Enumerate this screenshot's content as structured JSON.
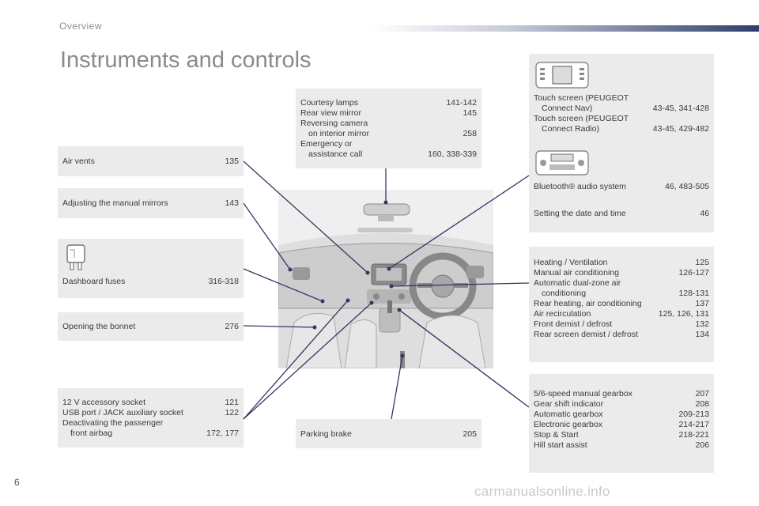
{
  "header": {
    "section": "Overview"
  },
  "title": "Instruments and controls",
  "page_number": "6",
  "watermark": "carmanualsonline.info",
  "colors": {
    "box_bg": "#ebebeb",
    "line": "#2f3a64",
    "header_accent": "#2f3d6c"
  },
  "left": {
    "air_vents": {
      "label": "Air vents",
      "page": "135"
    },
    "mirrors": {
      "label": "Adjusting the manual mirrors",
      "page": "143"
    },
    "fuses": {
      "label": "Dashboard fuses",
      "page": "316-318",
      "icon": "fuse-icon"
    },
    "bonnet": {
      "label": "Opening the bonnet",
      "page": "276"
    },
    "sockets": {
      "r1": {
        "label": "12 V accessory socket",
        "page": "121"
      },
      "r2": {
        "label": "USB port / JACK auxiliary socket",
        "page": "122"
      },
      "r3a": "Deactivating the passenger",
      "r3b": {
        "label": "front airbag",
        "page": "172, 177"
      }
    }
  },
  "center": {
    "top": {
      "r1": {
        "label": "Courtesy lamps",
        "page": "141-142"
      },
      "r2": {
        "label": "Rear view mirror",
        "page": "145"
      },
      "r3a": "Reversing camera",
      "r3b": {
        "label": "on interior mirror",
        "page": "258"
      },
      "r4a": "Emergency or",
      "r4b": {
        "label": "assistance call",
        "page": "160, 338-339"
      }
    },
    "parking": {
      "label": "Parking brake",
      "page": "205"
    }
  },
  "right": {
    "touch": {
      "r1a": "Touch screen (PEUGEOT",
      "r1b": {
        "label": "Connect Nav)",
        "page": "43-45, 341-428"
      },
      "r2a": "Touch screen (PEUGEOT",
      "r2b": {
        "label": "Connect Radio)",
        "page": "43-45, 429-482"
      },
      "bt": {
        "label": "Bluetooth® audio system",
        "page": "46, 483-505"
      },
      "date": {
        "label": "Setting the date and time",
        "page": "46"
      }
    },
    "heating": {
      "r1": {
        "label": "Heating / Ventilation",
        "page": "125"
      },
      "r2": {
        "label": "Manual air conditioning",
        "page": "126-127"
      },
      "r3a": "Automatic dual-zone air",
      "r3b": {
        "label": "conditioning",
        "page": "128-131"
      },
      "r4": {
        "label": "Rear heating, air conditioning",
        "page": "137"
      },
      "r5": {
        "label": "Air recirculation",
        "page": "125, 126, 131"
      },
      "r6": {
        "label": "Front demist / defrost",
        "page": "132"
      },
      "r7": {
        "label": "Rear screen demist / defrost",
        "page": "134"
      }
    },
    "gearbox": {
      "r1": {
        "label": "5/6-speed manual gearbox",
        "page": "207"
      },
      "r2": {
        "label": "Gear shift indicator",
        "page": "208"
      },
      "r3": {
        "label": "Automatic gearbox",
        "page": "209-213"
      },
      "r4": {
        "label": "Electronic gearbox",
        "page": "214-217"
      },
      "r5": {
        "label": "Stop & Start",
        "page": "218-221"
      },
      "r6": {
        "label": "Hill start assist",
        "page": "206"
      }
    }
  }
}
